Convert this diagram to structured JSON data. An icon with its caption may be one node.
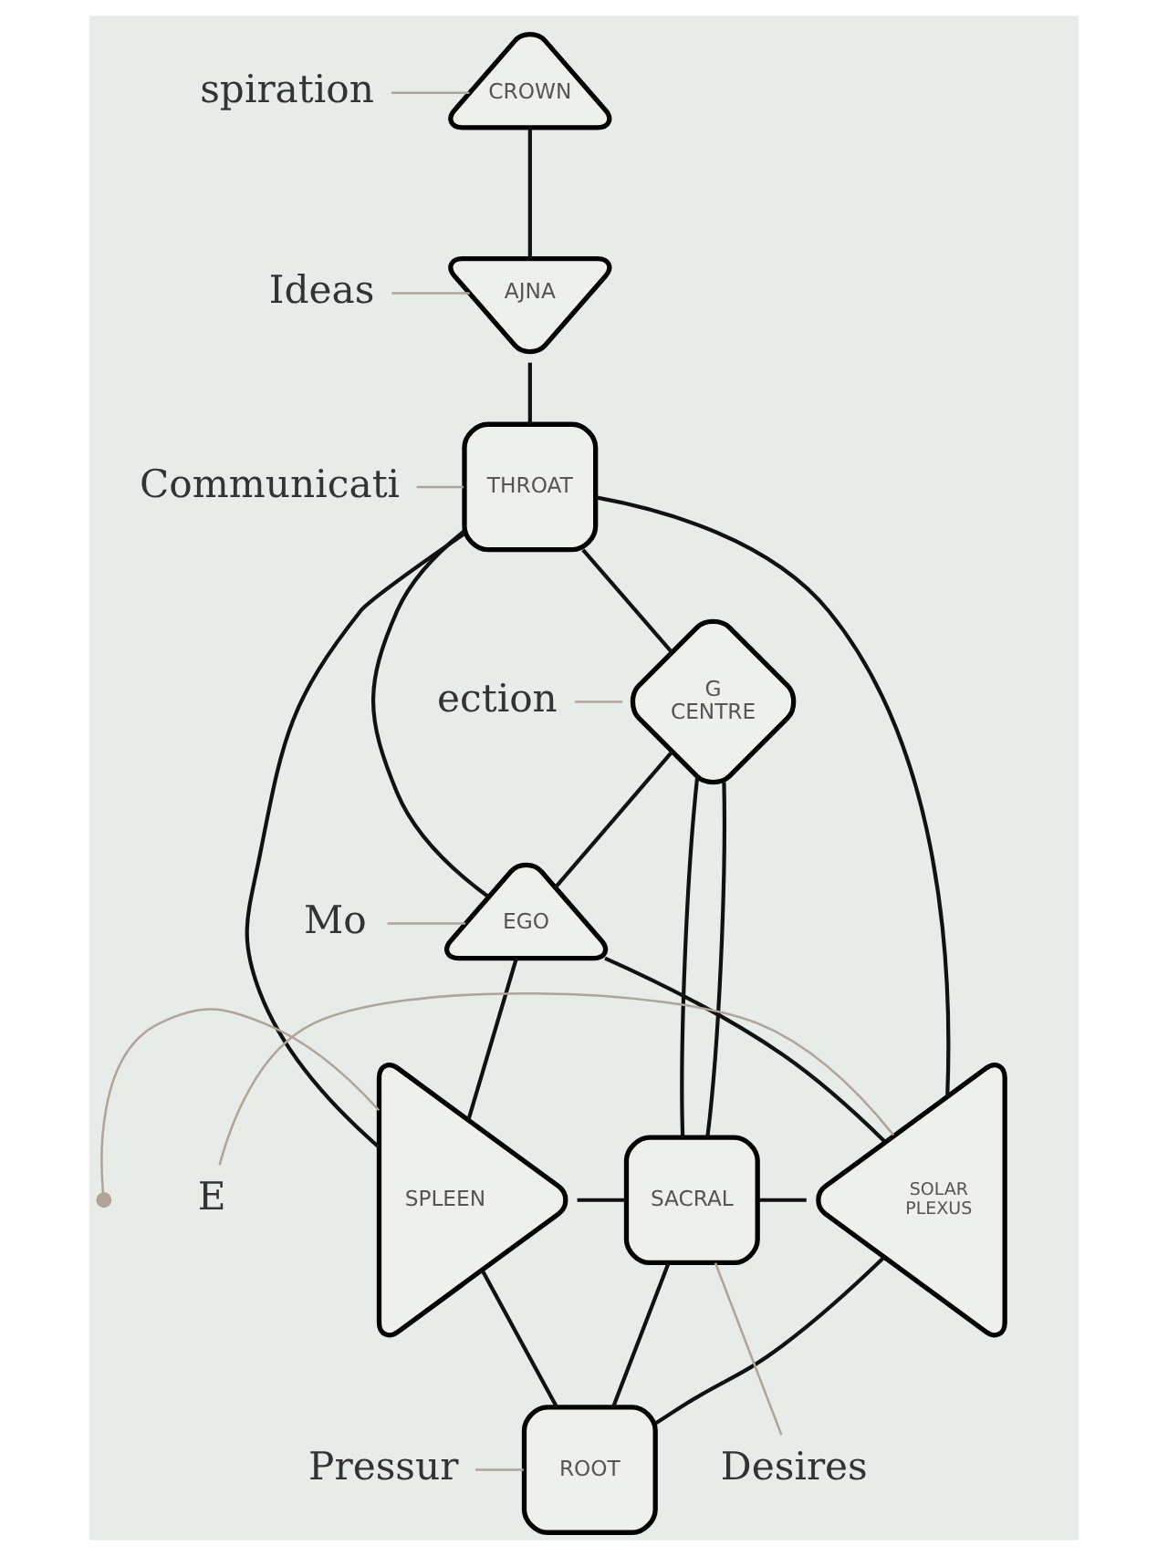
{
  "diagram": {
    "nodes": [
      {
        "text": [
          "CROWN"
        ]
      },
      {
        "text": [
          "AJNA"
        ]
      },
      {
        "text": [
          "THROAT"
        ]
      },
      {
        "text": [
          "G CENTRE"
        ]
      },
      {
        "text": [
          "EGO"
        ]
      },
      {
        "text": [
          "SPLEEN"
        ]
      },
      {
        "text": [
          "SACRAL"
        ]
      },
      {
        "text": [
          "SOLAR PLEXUS"
        ]
      },
      {
        "text": [
          "ROOT"
        ]
      },
      {
        "text": [
          "spiration"
        ]
      },
      {
        "text": [
          "Ideas"
        ]
      },
      {
        "text": [
          "Communicati"
        ]
      },
      {
        "text": [
          "ection"
        ]
      },
      {
        "text": [
          "Mo"
        ]
      },
      {
        "text": [
          "E"
        ]
      },
      {
        "text": [],
        "shape": "circle"
      },
      {
        "text": [
          "Desires"
        ]
      },
      {
        "text": [
          "Pressur"
        ]
      }
    ],
    "edges": [
      {
        "from": 0,
        "to": 1,
        "arrow": "none"
      },
      {
        "from": 1,
        "to": 2,
        "arrow": "none"
      },
      {
        "from": 2,
        "to": 3,
        "arrow": "none"
      },
      {
        "from": 3,
        "to": 6,
        "arrow": "none"
      },
      {
        "from": 6,
        "to": 8,
        "arrow": "none"
      },
      {
        "from": 2,
        "to": 5,
        "arrow": "none"
      },
      {
        "from": 2,
        "to": 7,
        "arrow": "none"
      },
      {
        "from": 2,
        "to": 4,
        "arrow": "none"
      },
      {
        "from": 3,
        "to": 4,
        "arrow": "none"
      },
      {
        "from": 3,
        "to": 6,
        "arrow": "none"
      },
      {
        "from": 4,
        "to": 5,
        "arrow": "none"
      },
      {
        "from": 4,
        "to": 7,
        "arrow": "none"
      },
      {
        "from": 5,
        "to": 6,
        "arrow": "none"
      },
      {
        "from": 6,
        "to": 7,
        "arrow": "none"
      },
      {
        "from": 5,
        "to": 8,
        "arrow": "none"
      },
      {
        "from": 7,
        "to": 8,
        "arrow": "none"
      },
      {
        "from": 9,
        "to": 0,
        "arrow": "none",
        "color": "#b0a498"
      },
      {
        "from": 10,
        "to": 1,
        "arrow": "none",
        "color": "#b0a498"
      },
      {
        "from": 11,
        "to": 2,
        "arrow": "none",
        "color": "#b0a498"
      },
      {
        "from": 12,
        "to": 3,
        "arrow": "none",
        "color": "#b0a498"
      },
      {
        "from": 13,
        "to": 4,
        "arrow": "none",
        "color": "#b0a498"
      },
      {
        "from": 14,
        "to": 7,
        "arrow": "none",
        "color": "#b0a498"
      },
      {
        "from": 15,
        "to": 5,
        "arrow": "none",
        "color": "#b0a498"
      },
      {
        "from": 16,
        "to": 6,
        "arrow": "none",
        "color": "#b0a498"
      },
      {
        "from": 17,
        "to": 8,
        "arrow": "none",
        "color": "#b0a498"
      }
    ]
  }
}
